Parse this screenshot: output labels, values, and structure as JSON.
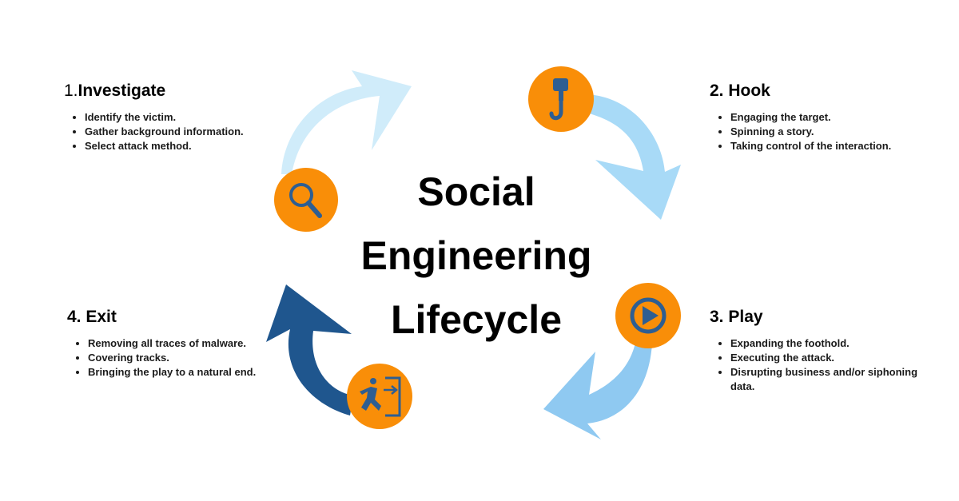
{
  "title": {
    "line1": "Social",
    "line2": "Engineering",
    "line3": "Lifecycle"
  },
  "colors": {
    "circle": "#F98E08",
    "icon": "#2E5E92",
    "arrow_investigate": "#D0ECFA",
    "arrow_hook": "#A8DAF7",
    "arrow_play": "#8FC9F1",
    "arrow_exit": "#1F568E"
  },
  "steps": [
    {
      "number": "1.",
      "name": "Investigate",
      "icon": "magnifier-icon",
      "bullets": [
        "Identify the victim.",
        "Gather background information.",
        "Select attack method."
      ]
    },
    {
      "number": "2.",
      "name": "Hook",
      "icon": "crane-hook-icon",
      "bullets": [
        "Engaging the target.",
        "Spinning a story.",
        "Taking control of the interaction."
      ]
    },
    {
      "number": "3.",
      "name": "Play",
      "icon": "play-icon",
      "bullets": [
        "Expanding the foothold.",
        "Executing the attack.",
        "Disrupting business and/or siphoning data."
      ]
    },
    {
      "number": "4.",
      "name": "Exit",
      "icon": "exit-icon",
      "bullets": [
        "Removing all traces of malware.",
        "Covering tracks.",
        "Bringing the play to a natural end."
      ]
    }
  ]
}
